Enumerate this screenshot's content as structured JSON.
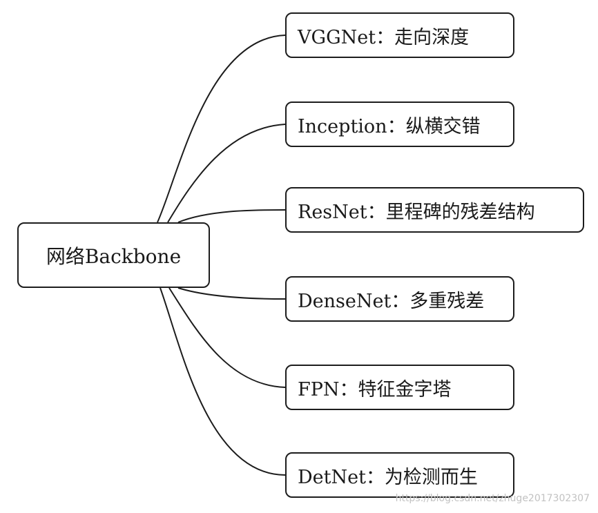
{
  "root": {
    "label": "网络Backbone"
  },
  "branches": [
    {
      "label": "VGGNet：走向深度"
    },
    {
      "label": "Inception：纵横交错"
    },
    {
      "label": "ResNet：里程碑的残差结构"
    },
    {
      "label": "DenseNet：多重残差"
    },
    {
      "label": "FPN：特征金字塔"
    },
    {
      "label": "DetNet：为检测而生"
    }
  ],
  "watermark": "https://blog.csdn.net/zhuge2017302307",
  "colors": {
    "line": "#1c1c1c",
    "border": "#1c1c1c",
    "background": "#ffffff"
  }
}
